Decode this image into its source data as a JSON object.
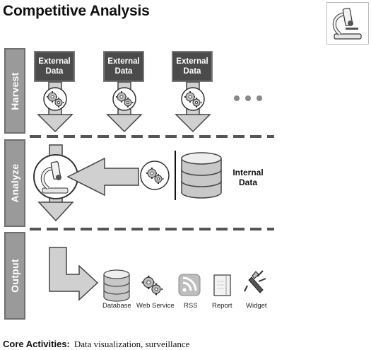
{
  "title": "Competitive Analysis",
  "bands": [
    "Harvest",
    "Analyze",
    "Output"
  ],
  "harvest": {
    "source_label": "External Data",
    "more_indicator": "• • •"
  },
  "analyze": {
    "internal_label": "Internal Data"
  },
  "output": {
    "items": [
      "Database",
      "Web Service",
      "RSS",
      "Report",
      "Widget"
    ]
  },
  "core_activities": {
    "label": "Core Activities:",
    "value": "Data visualization, surveillance"
  },
  "icons": {
    "corner": "microscope-icon",
    "harvest_process": "gears-icon",
    "analyze": "microscope-icon",
    "internal_store": "database-icon",
    "output": [
      "database-icon",
      "gears-icon",
      "rss-icon",
      "report-icon",
      "widget-icon"
    ]
  },
  "colors": {
    "band": "#9a9a9a",
    "box": "#4b4b4b",
    "arrow": "#cfcfcf",
    "divider": "#555555"
  }
}
